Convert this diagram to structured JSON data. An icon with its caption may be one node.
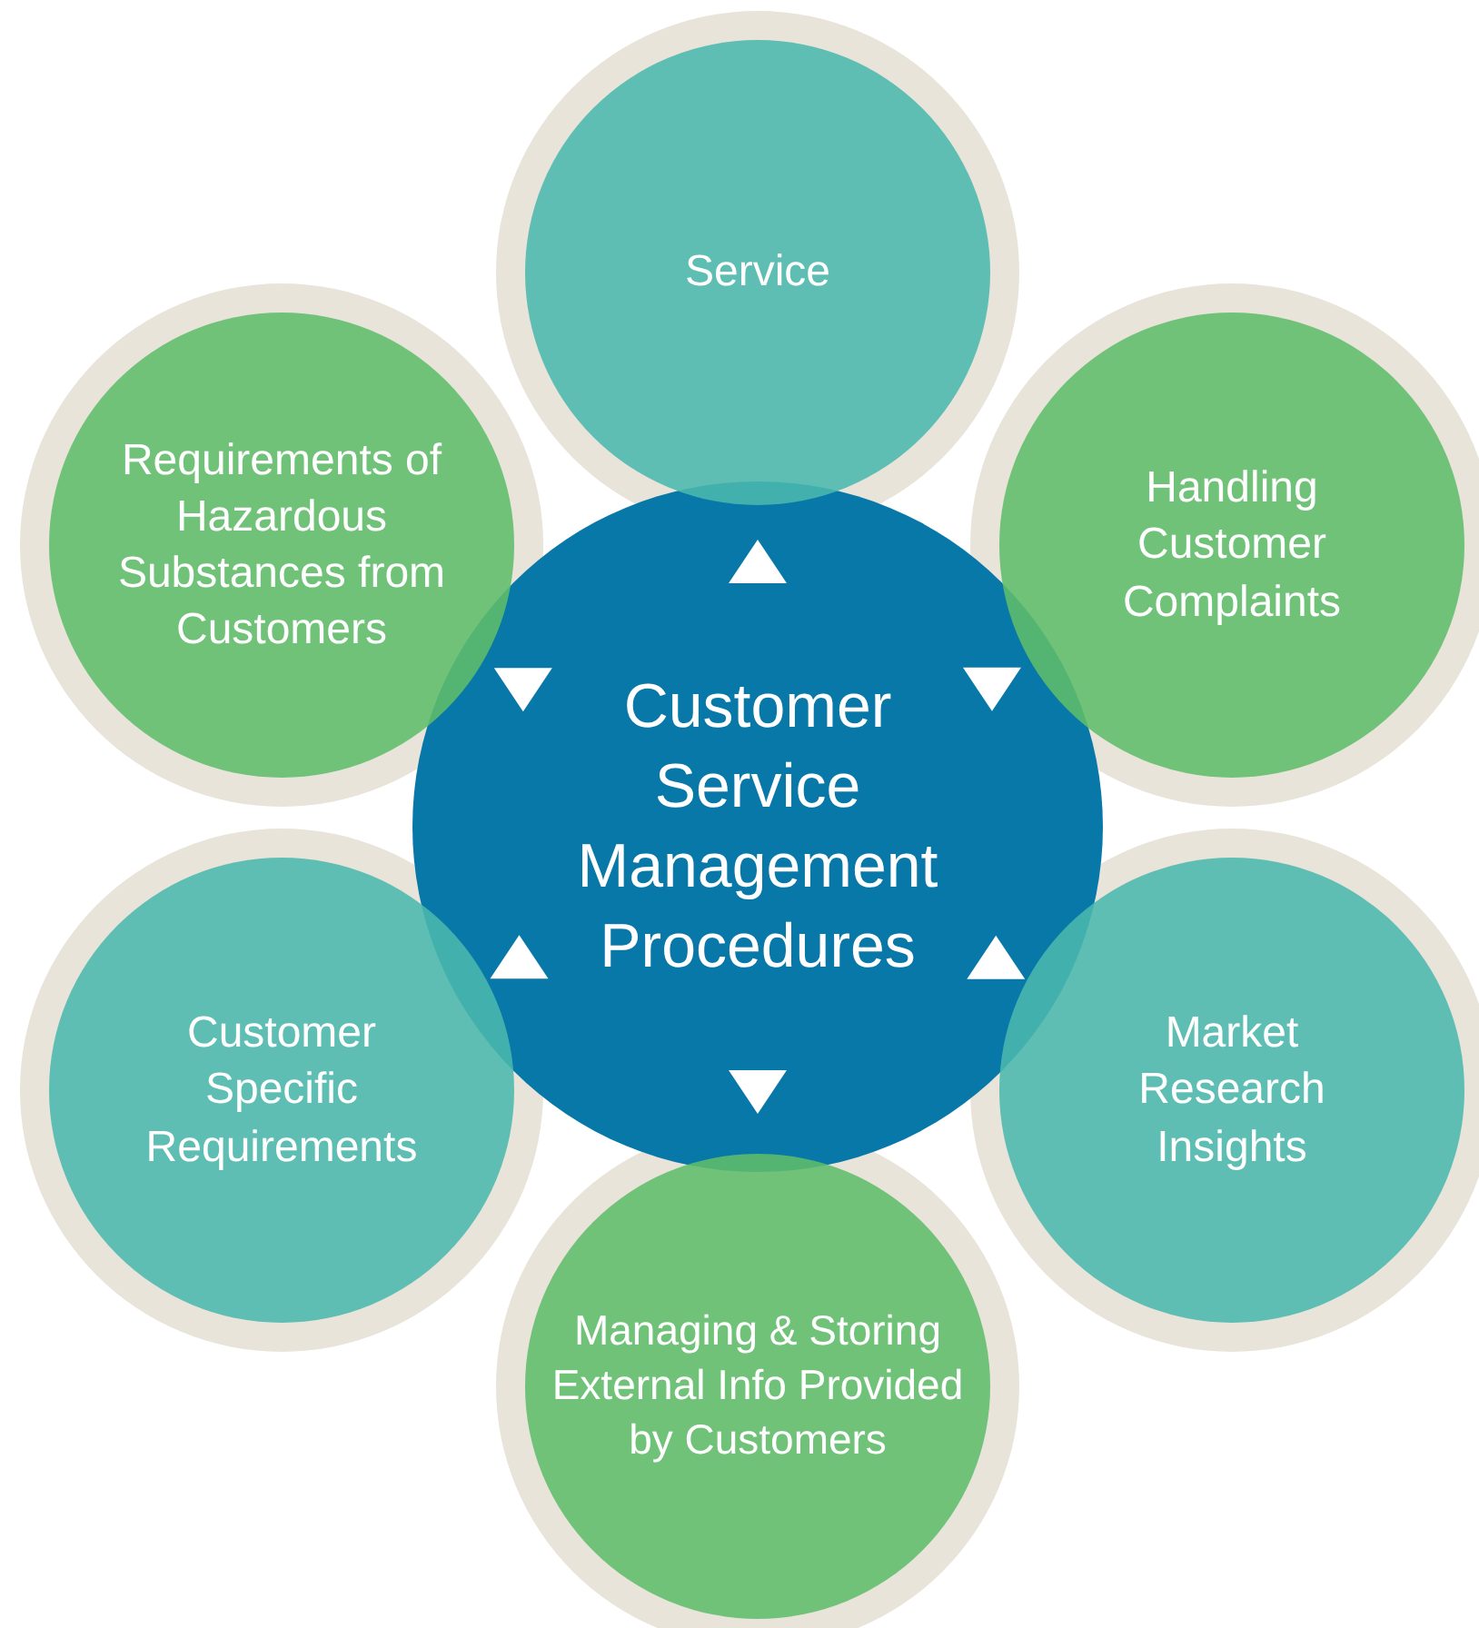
{
  "diagram": {
    "nodes": [
      {
        "text": [
          "Customer Service Management Procedures"
        ]
      },
      {
        "text": [
          "Service"
        ]
      },
      {
        "text": [
          "Handling Customer Complaints"
        ]
      },
      {
        "text": [
          "Market Research Insights"
        ]
      },
      {
        "text": [
          "Managing & Storing External Info Provided by Customers"
        ]
      },
      {
        "text": [
          "Customer Specific Requirements"
        ]
      },
      {
        "text": [
          "Requirements of Hazardous Substances from Customers"
        ]
      }
    ]
  }
}
